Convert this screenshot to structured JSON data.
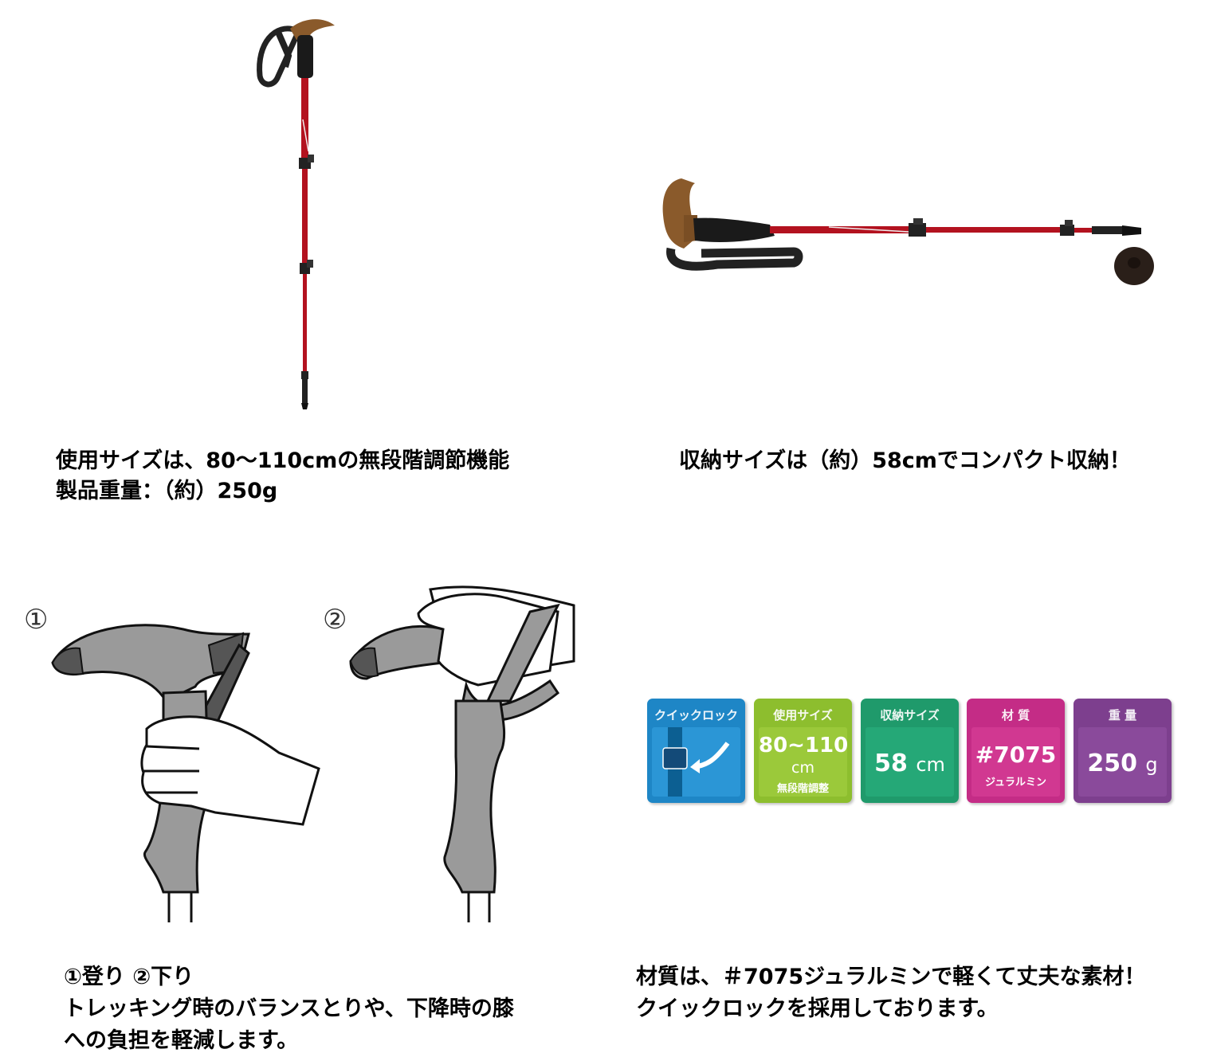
{
  "panel_top_left": {
    "caption_lines": [
      "使用サイズは、80～110cmの無段階調節機能",
      "製品重量：（約）250g"
    ]
  },
  "panel_top_right": {
    "caption_lines": [
      "収納サイズは（約）58cmでコンパクト収納！"
    ]
  },
  "panel_bottom_left": {
    "step_markers": [
      "①",
      "②"
    ],
    "caption_lines": [
      "①登り ②下り",
      "トレッキング時のバランスとりや、下降時の膝",
      "への負担を軽減します。"
    ]
  },
  "panel_bottom_right": {
    "spec_tiles": [
      {
        "header": "クイックロック",
        "main": "",
        "sub": "",
        "color": "#1e86c6",
        "icon": "quick-lock-icon"
      },
      {
        "header": "使用サイズ",
        "main": "80~110",
        "unit": "cm",
        "sub": "無段階調整",
        "color": "#8dbe2e"
      },
      {
        "header": "収納サイズ",
        "main": "58",
        "unit": "cm",
        "sub": "",
        "color": "#1f9a6b"
      },
      {
        "header": "材 質",
        "main": "#7075",
        "unit": "",
        "sub": "ジュラルミン",
        "color": "#c42c86"
      },
      {
        "header": "重 量",
        "main": "250",
        "unit": "g",
        "sub": "",
        "color": "#7d3f8e"
      }
    ],
    "caption_lines": [
      "材質は、＃7075ジュラルミンで軽くて丈夫な素材！",
      "クイックロックを採用しております。"
    ]
  },
  "colors": {
    "pole_red": "#b3121f",
    "cork": "#8a5a2b",
    "grip_black": "#1a1a1a",
    "illustration_gray": "#9a9a9a"
  }
}
